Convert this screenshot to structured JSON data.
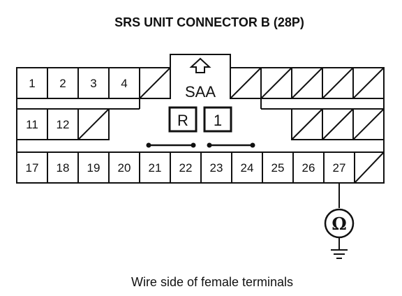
{
  "title": "SRS UNIT CONNECTOR B (28P)",
  "caption": "Wire side of female terminals",
  "lock_label": "SAA",
  "box_labels": [
    "R",
    "1"
  ],
  "meter_symbol": "Ω",
  "rows": {
    "top": {
      "numbered": [
        "1",
        "2",
        "3",
        "4"
      ],
      "blank_left_count": 1,
      "blank_right_count": 5
    },
    "middle": {
      "numbered": [
        "11",
        "12"
      ],
      "blank_left_count": 1,
      "blank_right_count": 3
    },
    "bottom": {
      "numbered": [
        "17",
        "18",
        "19",
        "20",
        "21",
        "22",
        "23",
        "24",
        "25",
        "26",
        "27"
      ],
      "blank_right_count": 1
    }
  },
  "shorting_bars": [
    [
      "21",
      "22"
    ],
    [
      "23",
      "24"
    ]
  ],
  "meter_terminal": "27"
}
